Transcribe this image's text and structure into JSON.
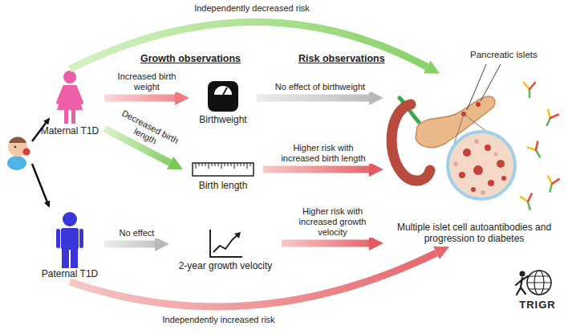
{
  "diagram": {
    "nodes": [
      {
        "text": [
          "Maternal T1D"
        ]
      },
      {
        "text": [
          "Paternal T1D"
        ]
      },
      {
        "text": [
          "Birthweight"
        ]
      },
      {
        "text": [
          "Birth length"
        ]
      },
      {
        "text": [
          "2-year growth velocity"
        ]
      },
      {
        "text": [
          "Multiple islet cell autoantibodies and progression to diabetes"
        ]
      }
    ],
    "edges": [
      {
        "from": 0,
        "to": 2,
        "label": "Increased birth weight",
        "arrow": "to"
      },
      {
        "from": 0,
        "to": 3,
        "label": "Decreased birth length",
        "arrow": "to"
      },
      {
        "from": 1,
        "to": 4,
        "label": "No effect",
        "arrow": "to"
      },
      {
        "from": 2,
        "to": 5,
        "label": "No effect of birthweight",
        "arrow": "to"
      },
      {
        "from": 3,
        "to": 5,
        "label": "Higher risk with increased birth length",
        "arrow": "to"
      },
      {
        "from": 4,
        "to": 5,
        "label": "Higher risk with increased growth velocity",
        "arrow": "to"
      },
      {
        "from": 0,
        "to": 5,
        "label": "Independently decreased risk",
        "arrow": "to"
      },
      {
        "from": 1,
        "to": 5,
        "label": "Independently increased risk",
        "arrow": "to"
      }
    ],
    "labels": [
      "Growth observations",
      "Risk observations",
      "Pancreatic islets",
      "TRIGR"
    ]
  }
}
